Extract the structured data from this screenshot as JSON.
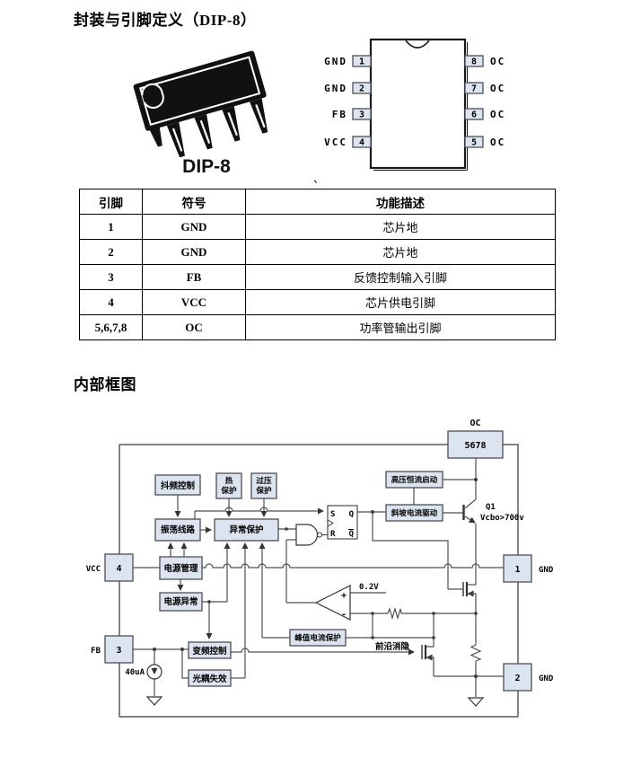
{
  "title_package": "封装与引脚定义（DIP-8）",
  "title_block_diagram": "内部框图",
  "stray_mark": "、",
  "package_image": {
    "caption": "DIP-8"
  },
  "pin_diagram": {
    "left_pins": [
      {
        "num": "1",
        "label": "GND"
      },
      {
        "num": "2",
        "label": "GND"
      },
      {
        "num": "3",
        "label": "FB"
      },
      {
        "num": "4",
        "label": "VCC"
      }
    ],
    "right_pins": [
      {
        "num": "8",
        "label": "OC"
      },
      {
        "num": "7",
        "label": "OC"
      },
      {
        "num": "6",
        "label": "OC"
      },
      {
        "num": "5",
        "label": "OC"
      }
    ]
  },
  "pin_table": {
    "headers": [
      "引脚",
      "符号",
      "功能描述"
    ],
    "rows": [
      [
        "1",
        "GND",
        "芯片地"
      ],
      [
        "2",
        "GND",
        "芯片地"
      ],
      [
        "3",
        "FB",
        "反馈控制输入引脚"
      ],
      [
        "4",
        "VCC",
        "芯片供电引脚"
      ],
      [
        "5,6,7,8",
        "OC",
        "功率管输出引脚"
      ]
    ]
  },
  "block_diagram": {
    "oc_label": "OC",
    "oc_pins": "5678",
    "boxes": {
      "jitter": "抖频控制",
      "thermal_line1": "热",
      "thermal_line2": "保护",
      "ovp_line1": "过压",
      "ovp_line2": "保护",
      "osc": "振荡线路",
      "abnormal": "异常保护",
      "power_mgmt": "电源管理",
      "power_abnormal": "电源异常",
      "hv_start": "高压恒流启动",
      "ramp_drive": "斜坡电流驱动",
      "peak_current": "峰值电流保护",
      "freq_ctrl": "变频控制",
      "opto_fail": "光耦失效"
    },
    "latch": {
      "s": "S",
      "r": "R",
      "q": "Q",
      "qb": "Q"
    },
    "comparator": {
      "plus": "+",
      "minus": "-",
      "vref": "0.2V"
    },
    "transistor": {
      "name": "Q1",
      "rating": "Vcbo>700v"
    },
    "current_source": "40uA",
    "leb_label": "前沿消隐",
    "pins": {
      "p1": {
        "num": "1",
        "label": "GND"
      },
      "p2": {
        "num": "2",
        "label": "GND"
      },
      "p3": {
        "num": "3",
        "label": "FB"
      },
      "p4": {
        "num": "4",
        "label": "VCC"
      }
    },
    "colors": {
      "box_fill": "#dce4f0",
      "box_stroke": "#4b4e57",
      "line": "#4f4f4f"
    }
  }
}
